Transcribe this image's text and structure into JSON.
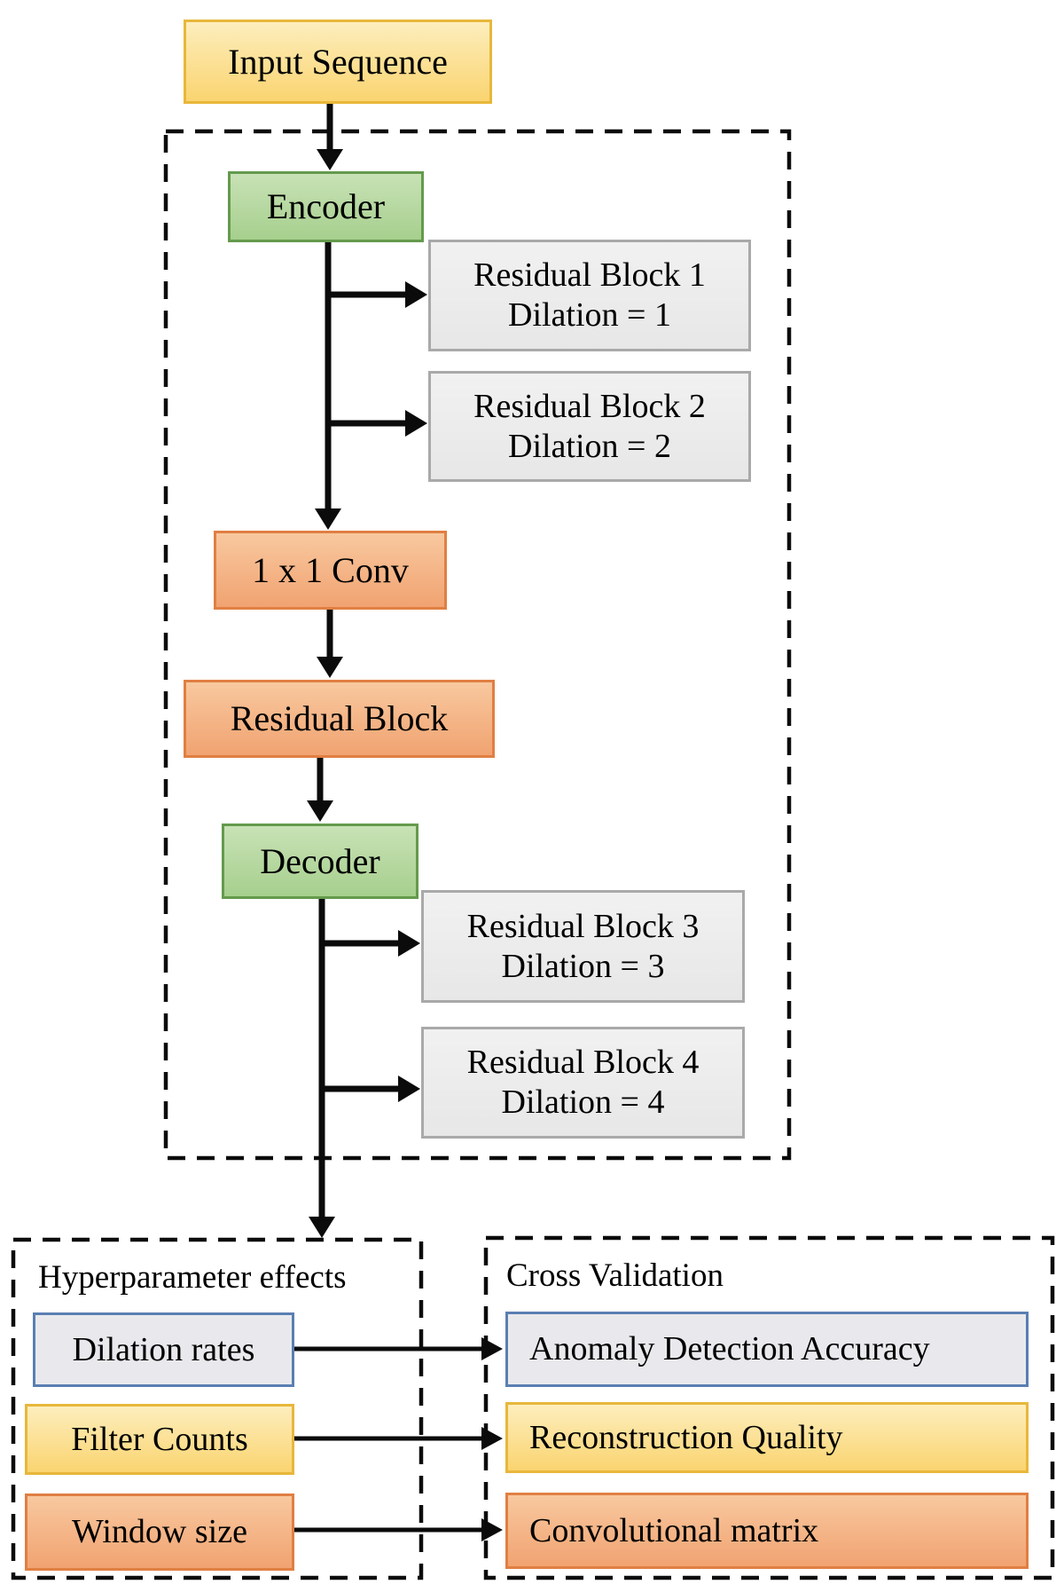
{
  "nodes": {
    "input_sequence": {
      "label": "Input Sequence"
    },
    "encoder": {
      "label": "Encoder"
    },
    "residual_block_1": {
      "line1": "Residual Block 1",
      "line2": "Dilation = 1"
    },
    "residual_block_2": {
      "line1": "Residual Block 2",
      "line2": "Dilation = 2"
    },
    "conv_1x1": {
      "label": "1 x 1 Conv"
    },
    "residual_block": {
      "label": "Residual Block"
    },
    "decoder": {
      "label": "Decoder"
    },
    "residual_block_3": {
      "line1": "Residual Block 3",
      "line2": "Dilation = 3"
    },
    "residual_block_4": {
      "line1": "Residual Block 4",
      "line2": "Dilation = 4"
    }
  },
  "panels": {
    "hyperparameter": {
      "title": "Hyperparameter effects",
      "items": {
        "dilation_rates": "Dilation rates",
        "filter_counts": "Filter Counts",
        "window_size": "Window size"
      }
    },
    "cross_validation": {
      "title": "Cross Validation",
      "items": {
        "anomaly_detection_accuracy": "Anomaly Detection Accuracy",
        "reconstruction_quality": "Reconstruction Quality",
        "convolutional_matrix": "Convolutional matrix"
      }
    }
  },
  "colors": {
    "yellow_top": "#fdeebd",
    "yellow_bottom": "#fad470",
    "yellow_border": "#e8b73b",
    "green_top": "#c8e2b6",
    "green_bottom": "#a6cf8d",
    "green_border": "#649a4d",
    "salmon_top": "#f8c89f",
    "salmon_bottom": "#f1a371",
    "salmon_border": "#e07f43",
    "gray_top": "#f1f1f1",
    "gray_bottom": "#e7e7e7",
    "gray_border": "#a9a9a9",
    "bluegray_fill": "#e9e9ed",
    "bluegray_border": "#5a7fb2",
    "line_color": "#0b0b0b"
  }
}
